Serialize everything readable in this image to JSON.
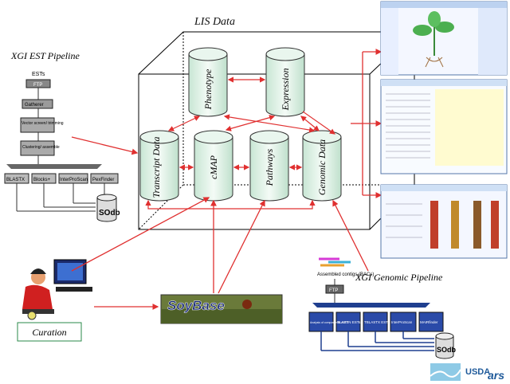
{
  "title": "LIS Data",
  "est_pipeline": {
    "title": "XGI EST Pipeline",
    "steps": [
      "ESTs",
      "FTP",
      "Gatherer",
      "Vector screen/ trimming",
      "Clustering/ assemble"
    ],
    "tools": [
      "BLASTX",
      "Blocks+",
      "InterProScan",
      "PexFinder"
    ],
    "db": "SOdb"
  },
  "genomic_pipeline": {
    "title": "XGI Genomic Pipeline",
    "input": "Assembled contigs (BACs)",
    "ftp": "FTP",
    "tools": [
      "Analysis of composite BLASTX",
      "BLASTN ESTs",
      "TBLASTX ESTs",
      "InterProScan",
      "MAIRfinder"
    ],
    "db": "SOdb"
  },
  "databases": {
    "top": [
      "Phenotype",
      "Expression"
    ],
    "bottom": [
      "Transcript Data",
      "cMAP",
      "Pathways",
      "Genomic Data"
    ]
  },
  "curation": "Curation",
  "soybase": "SoyBase",
  "logos": {
    "usda": "USDA",
    "ars": "ars"
  },
  "colors": {
    "arrow": "#e03030",
    "cyl_fill": "#dff3e8",
    "accent": "#1f3f8f"
  }
}
